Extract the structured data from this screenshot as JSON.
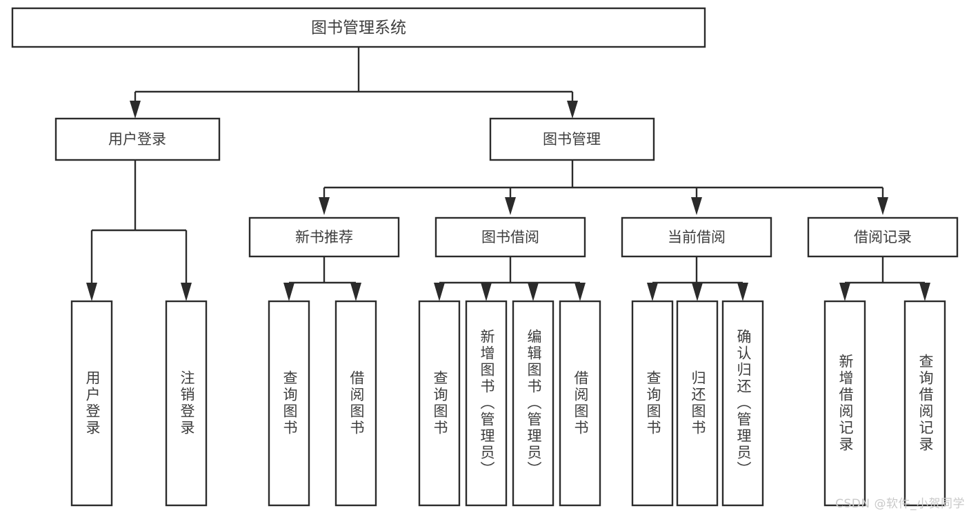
{
  "diagram": {
    "title": "图书管理系统",
    "type": "tree-hierarchy",
    "root": {
      "label": "图书管理系统"
    },
    "level1": [
      {
        "label": "用户登录"
      },
      {
        "label": "图书管理"
      }
    ],
    "level2": [
      {
        "label": "新书推荐"
      },
      {
        "label": "图书借阅"
      },
      {
        "label": "当前借阅"
      },
      {
        "label": "借阅记录"
      }
    ],
    "leaves": {
      "user_login": [
        {
          "label": "用户登录"
        },
        {
          "label": "注销登录"
        }
      ],
      "new_book_recommend": [
        {
          "label": "查询图书"
        },
        {
          "label": "借阅图书"
        }
      ],
      "book_borrow": [
        {
          "label": "查询图书"
        },
        {
          "label": "新增图书（管理员）"
        },
        {
          "label": "编辑图书（管理员）"
        },
        {
          "label": "借阅图书"
        }
      ],
      "current_borrow": [
        {
          "label": "查询图书"
        },
        {
          "label": "归还图书"
        },
        {
          "label": "确认归还（管理员）"
        }
      ],
      "borrow_record": [
        {
          "label": "新增借阅记录"
        },
        {
          "label": "查询借阅记录"
        }
      ]
    }
  },
  "watermark": {
    "text": "CSDN @软件_小贺同学"
  },
  "colors": {
    "background": "#ffffff",
    "box_fill": "#ffffff",
    "stroke": "#2b2b2b",
    "text": "#3d3d3d",
    "watermark": "#c9c9c9"
  }
}
